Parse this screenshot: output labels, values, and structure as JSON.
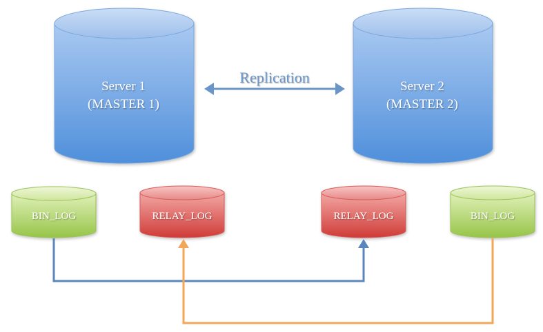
{
  "servers": [
    {
      "line1": "Server 1",
      "line2": "(MASTER 1)"
    },
    {
      "line1": "Server 2",
      "line2": "(MASTER 2)"
    }
  ],
  "replication_label": "Replication",
  "logs": [
    {
      "label": "BIN_LOG",
      "kind": "bin"
    },
    {
      "label": "RELAY_LOG",
      "kind": "relay"
    },
    {
      "label": "RELAY_LOG",
      "kind": "relay"
    },
    {
      "label": "BIN_LOG",
      "kind": "bin"
    }
  ],
  "colors": {
    "server_fill": "#6da3e0",
    "bin_log_fill": "#a8cf5a",
    "relay_log_fill": "#d9534f",
    "replication_arrow": "#6a95c8",
    "blue_connector": "#5b86bd",
    "orange_connector": "#f2a65a",
    "text_white": "#ffffff"
  }
}
